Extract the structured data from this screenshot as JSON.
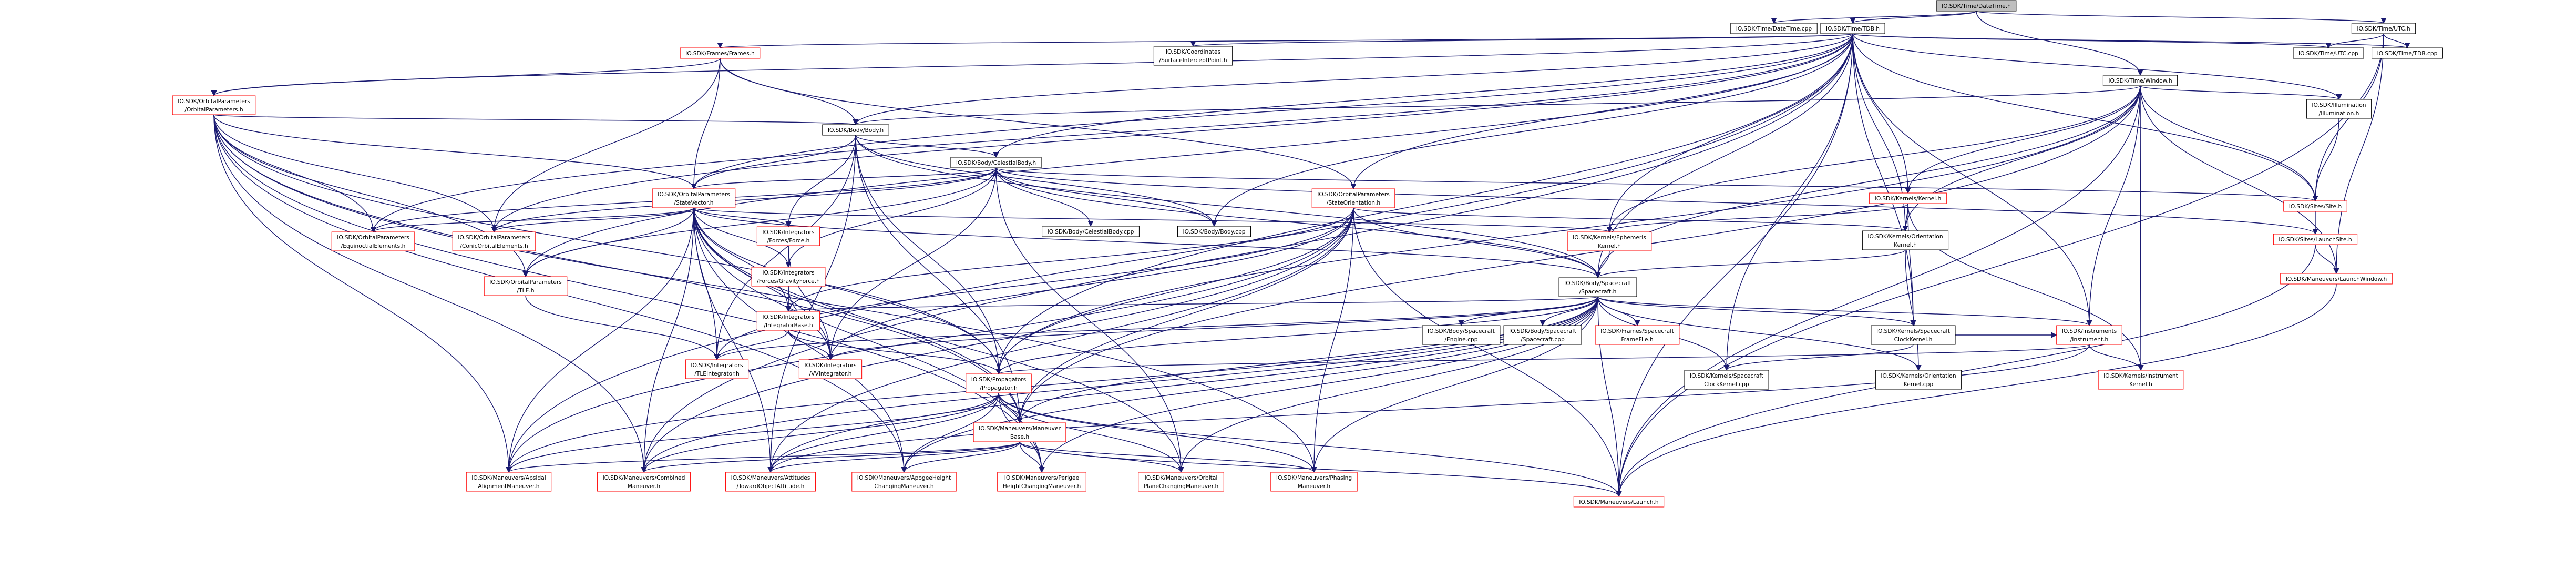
{
  "colors": {
    "background": "#ffffff",
    "node_border_normal": "#000000",
    "node_border_linked": "#ff0000",
    "node_fill": "#ffffff",
    "root_fill": "#bfbfbf",
    "edge": "#191970",
    "text": "#000000"
  },
  "graph": {
    "root": "datetime",
    "nodes": [
      {
        "id": "datetime",
        "lines": [
          "IO.SDK/Time/DateTime.h"
        ],
        "root": true
      },
      {
        "id": "datetime_cpp",
        "lines": [
          "IO.SDK/Time/DateTime.cpp"
        ]
      },
      {
        "id": "tdb_h",
        "lines": [
          "IO.SDK/Time/TDB.h"
        ]
      },
      {
        "id": "utc_h",
        "lines": [
          "IO.SDK/Time/UTC.h"
        ]
      },
      {
        "id": "window_h",
        "lines": [
          "IO.SDK/Time/Window.h"
        ]
      },
      {
        "id": "utc_cpp",
        "lines": [
          "IO.SDK/Time/UTC.cpp"
        ]
      },
      {
        "id": "tdb_cpp",
        "lines": [
          "IO.SDK/Time/TDB.cpp"
        ]
      },
      {
        "id": "frames_h",
        "lines": [
          "IO.SDK/Frames/Frames.h"
        ],
        "linked": true
      },
      {
        "id": "coords_h",
        "lines": [
          "IO.SDK/Coordinates",
          "/SurfaceInterceptPoint.h"
        ]
      },
      {
        "id": "illum_h",
        "lines": [
          "IO.SDK/Illumination",
          "/Illumination.h"
        ]
      },
      {
        "id": "orbparams_h",
        "lines": [
          "IO.SDK/OrbitalParameters",
          "/OrbitalParameters.h"
        ],
        "linked": true
      },
      {
        "id": "body_h",
        "lines": [
          "IO.SDK/Body/Body.h"
        ]
      },
      {
        "id": "celestial_h",
        "lines": [
          "IO.SDK/Body/CelestialBody.h"
        ]
      },
      {
        "id": "statevector_h",
        "lines": [
          "IO.SDK/OrbitalParameters",
          "/StateVector.h"
        ],
        "linked": true
      },
      {
        "id": "stateorient_h",
        "lines": [
          "IO.SDK/OrbitalParameters",
          "/StateOrientation.h"
        ],
        "linked": true
      },
      {
        "id": "kernel_h",
        "lines": [
          "IO.SDK/Kernels/Kernel.h"
        ],
        "linked": true
      },
      {
        "id": "sites_site_h",
        "lines": [
          "IO.SDK/Sites/Site.h"
        ],
        "linked": true
      },
      {
        "id": "launchsite_h",
        "lines": [
          "IO.SDK/Sites/LaunchSite.h"
        ],
        "linked": true
      },
      {
        "id": "launchwindow_h",
        "lines": [
          "IO.SDK/Maneuvers/LaunchWindow.h"
        ],
        "linked": true
      },
      {
        "id": "equinoctial_h",
        "lines": [
          "IO.SDK/OrbitalParameters",
          "/EquinoctialElements.h"
        ],
        "linked": true
      },
      {
        "id": "conic_h",
        "lines": [
          "IO.SDK/OrbitalParameters",
          "/ConicOrbitalElements.h"
        ],
        "linked": true
      },
      {
        "id": "tle_h",
        "lines": [
          "IO.SDK/OrbitalParameters",
          "/TLE.h"
        ],
        "linked": true
      },
      {
        "id": "force_h",
        "lines": [
          "IO.SDK/Integrators",
          "/Forces/Force.h"
        ],
        "linked": true
      },
      {
        "id": "gravity_h",
        "lines": [
          "IO.SDK/Integrators",
          "/Forces/GravityForce.h"
        ],
        "linked": true
      },
      {
        "id": "intbase_h",
        "lines": [
          "IO.SDK/Integrators",
          "/IntegratorBase.h"
        ],
        "linked": true
      },
      {
        "id": "tleint_h",
        "lines": [
          "IO.SDK/Integrators",
          "/TLEIntegrator.h"
        ],
        "linked": true
      },
      {
        "id": "vvint_h",
        "lines": [
          "IO.SDK/Integrators",
          "/VVIntegrator.h"
        ],
        "linked": true
      },
      {
        "id": "celestial_cpp",
        "lines": [
          "IO.SDK/Body/CelestialBody.cpp"
        ]
      },
      {
        "id": "body_cpp",
        "lines": [
          "IO.SDK/Body/Body.cpp"
        ]
      },
      {
        "id": "ephem_h",
        "lines": [
          "IO.SDK/Kernels/Ephemeris",
          "Kernel.h"
        ],
        "linked": true
      },
      {
        "id": "orientk_h",
        "lines": [
          "IO.SDK/Kernels/Orientation",
          "Kernel.h"
        ]
      },
      {
        "id": "spacecraft_h",
        "lines": [
          "IO.SDK/Body/Spacecraft",
          "/Spacecraft.h"
        ]
      },
      {
        "id": "engine_h",
        "lines": [
          "IO.SDK/Body/Spacecraft",
          "/Engine.cpp"
        ]
      },
      {
        "id": "spacecraft_cpp",
        "lines": [
          "IO.SDK/Body/Spacecraft",
          "/Spacecraft.cpp"
        ]
      },
      {
        "id": "framefile_h",
        "lines": [
          "IO.SDK/Frames/Spacecraft",
          "FrameFile.h"
        ],
        "linked": true
      },
      {
        "id": "clockk_h",
        "lines": [
          "IO.SDK/Kernels/Spacecraft",
          "ClockKernel.h"
        ]
      },
      {
        "id": "instrument_h",
        "lines": [
          "IO.SDK/Instruments",
          "/Instrument.h"
        ],
        "linked": true
      },
      {
        "id": "clockk_cpp",
        "lines": [
          "IO.SDK/Kernels/Spacecraft",
          "ClockKernel.cpp"
        ]
      },
      {
        "id": "orientk_cpp",
        "lines": [
          "IO.SDK/Kernels/Orientation",
          "Kernel.cpp"
        ]
      },
      {
        "id": "instk_h",
        "lines": [
          "IO.SDK/Kernels/Instrument",
          "Kernel.h"
        ],
        "linked": true
      },
      {
        "id": "propagator_h",
        "lines": [
          "IO.SDK/Propagators",
          "/Propagator.h"
        ],
        "linked": true
      },
      {
        "id": "manbase_h",
        "lines": [
          "IO.SDK/Maneuvers/Maneuver",
          "Base.h"
        ],
        "linked": true
      },
      {
        "id": "apsidal_h",
        "lines": [
          "IO.SDK/Maneuvers/Apsidal",
          "AlignmentManeuver.h"
        ],
        "linked": true
      },
      {
        "id": "combined_h",
        "lines": [
          "IO.SDK/Maneuvers/Combined",
          "Maneuver.h"
        ],
        "linked": true
      },
      {
        "id": "toward_h",
        "lines": [
          "IO.SDK/Maneuvers/Attitudes",
          "/TowardObjectAttitude.h"
        ],
        "linked": true
      },
      {
        "id": "apogee_h",
        "lines": [
          "IO.SDK/Maneuvers/ApogeeHeight",
          "ChangingManeuver.h"
        ],
        "linked": true
      },
      {
        "id": "perigee_h",
        "lines": [
          "IO.SDK/Maneuvers/Perigee",
          "HeightChangingManeuver.h"
        ],
        "linked": true
      },
      {
        "id": "orbplane_h",
        "lines": [
          "IO.SDK/Maneuvers/Orbital",
          "PlaneChangingManeuver.h"
        ],
        "linked": true
      },
      {
        "id": "phasing_h",
        "lines": [
          "IO.SDK/Maneuvers/Phasing",
          "Maneuver.h"
        ],
        "linked": true
      },
      {
        "id": "launch_h",
        "lines": [
          "IO.SDK/Maneuvers/Launch.h"
        ],
        "linked": true
      }
    ],
    "edges": [
      [
        "datetime",
        "datetime_cpp"
      ],
      [
        "datetime",
        "tdb_h"
      ],
      [
        "datetime",
        "utc_h"
      ],
      [
        "datetime",
        "window_h"
      ],
      [
        "utc_h",
        "utc_cpp"
      ],
      [
        "utc_h",
        "tdb_cpp"
      ],
      [
        "utc_h",
        "sites_site_h"
      ],
      [
        "utc_h",
        "launchwindow_h"
      ],
      [
        "utc_h",
        "launch_h"
      ],
      [
        "tdb_h",
        "frames_h"
      ],
      [
        "tdb_h",
        "coords_h"
      ],
      [
        "tdb_h",
        "illum_h"
      ],
      [
        "tdb_h",
        "tdb_cpp"
      ],
      [
        "tdb_h",
        "utc_cpp"
      ],
      [
        "tdb_h",
        "orbparams_h"
      ],
      [
        "tdb_h",
        "body_h"
      ],
      [
        "tdb_h",
        "celestial_h"
      ],
      [
        "tdb_h",
        "statevector_h"
      ],
      [
        "tdb_h",
        "stateorient_h"
      ],
      [
        "tdb_h",
        "kernel_h"
      ],
      [
        "tdb_h",
        "sites_site_h"
      ],
      [
        "tdb_h",
        "equinoctial_h"
      ],
      [
        "tdb_h",
        "conic_h"
      ],
      [
        "tdb_h",
        "tle_h"
      ],
      [
        "tdb_h",
        "body_cpp"
      ],
      [
        "tdb_h",
        "ephem_h"
      ],
      [
        "tdb_h",
        "orientk_h"
      ],
      [
        "tdb_h",
        "spacecraft_h"
      ],
      [
        "tdb_h",
        "clockk_h"
      ],
      [
        "tdb_h",
        "clockk_cpp"
      ],
      [
        "tdb_h",
        "instrument_h"
      ],
      [
        "tdb_h",
        "propagator_h"
      ],
      [
        "tdb_h",
        "apsidal_h"
      ],
      [
        "tdb_h",
        "combined_h"
      ],
      [
        "tdb_h",
        "launch_h"
      ],
      [
        "window_h",
        "body_h"
      ],
      [
        "window_h",
        "illum_h"
      ],
      [
        "window_h",
        "sites_site_h"
      ],
      [
        "window_h",
        "kernel_h"
      ],
      [
        "window_h",
        "ephem_h"
      ],
      [
        "window_h",
        "orientk_h"
      ],
      [
        "window_h",
        "spacecraft_h"
      ],
      [
        "window_h",
        "instrument_h"
      ],
      [
        "window_h",
        "instk_h"
      ],
      [
        "window_h",
        "propagator_h"
      ],
      [
        "window_h",
        "manbase_h"
      ],
      [
        "window_h",
        "launchwindow_h"
      ],
      [
        "window_h",
        "launch_h"
      ],
      [
        "illum_h",
        "sites_site_h"
      ],
      [
        "sites_site_h",
        "launchsite_h"
      ],
      [
        "launchsite_h",
        "launchwindow_h"
      ],
      [
        "launchsite_h",
        "launch_h"
      ],
      [
        "launchwindow_h",
        "launch_h"
      ],
      [
        "frames_h",
        "orbparams_h"
      ],
      [
        "frames_h",
        "body_h"
      ],
      [
        "frames_h",
        "statevector_h"
      ],
      [
        "frames_h",
        "stateorient_h"
      ],
      [
        "frames_h",
        "conic_h"
      ],
      [
        "orbparams_h",
        "body_h"
      ],
      [
        "orbparams_h",
        "statevector_h"
      ],
      [
        "orbparams_h",
        "equinoctial_h"
      ],
      [
        "orbparams_h",
        "conic_h"
      ],
      [
        "orbparams_h",
        "tle_h"
      ],
      [
        "orbparams_h",
        "propagator_h"
      ],
      [
        "orbparams_h",
        "manbase_h"
      ],
      [
        "orbparams_h",
        "apsidal_h"
      ],
      [
        "orbparams_h",
        "combined_h"
      ],
      [
        "orbparams_h",
        "apogee_h"
      ],
      [
        "orbparams_h",
        "perigee_h"
      ],
      [
        "orbparams_h",
        "phasing_h"
      ],
      [
        "body_h",
        "celestial_h"
      ],
      [
        "body_h",
        "statevector_h"
      ],
      [
        "body_h",
        "force_h"
      ],
      [
        "body_h",
        "body_cpp"
      ],
      [
        "body_h",
        "spacecraft_h"
      ],
      [
        "body_h",
        "tleint_h"
      ],
      [
        "body_h",
        "propagator_h"
      ],
      [
        "body_h",
        "manbase_h"
      ],
      [
        "body_h",
        "toward_h"
      ],
      [
        "celestial_h",
        "statevector_h"
      ],
      [
        "celestial_h",
        "sites_site_h"
      ],
      [
        "celestial_h",
        "launchsite_h"
      ],
      [
        "celestial_h",
        "equinoctial_h"
      ],
      [
        "celestial_h",
        "conic_h"
      ],
      [
        "celestial_h",
        "tle_h"
      ],
      [
        "celestial_h",
        "gravity_h"
      ],
      [
        "celestial_h",
        "celestial_cpp"
      ],
      [
        "celestial_h",
        "body_cpp"
      ],
      [
        "celestial_h",
        "spacecraft_h"
      ],
      [
        "celestial_h",
        "vvint_h"
      ],
      [
        "celestial_h",
        "orbplane_h"
      ],
      [
        "statevector_h",
        "equinoctial_h"
      ],
      [
        "statevector_h",
        "conic_h"
      ],
      [
        "statevector_h",
        "tle_h"
      ],
      [
        "statevector_h",
        "force_h"
      ],
      [
        "statevector_h",
        "gravity_h"
      ],
      [
        "statevector_h",
        "intbase_h"
      ],
      [
        "statevector_h",
        "tleint_h"
      ],
      [
        "statevector_h",
        "vvint_h"
      ],
      [
        "statevector_h",
        "ephem_h"
      ],
      [
        "statevector_h",
        "spacecraft_h"
      ],
      [
        "statevector_h",
        "propagator_h"
      ],
      [
        "statevector_h",
        "manbase_h"
      ],
      [
        "statevector_h",
        "apsidal_h"
      ],
      [
        "statevector_h",
        "combined_h"
      ],
      [
        "statevector_h",
        "toward_h"
      ],
      [
        "statevector_h",
        "apogee_h"
      ],
      [
        "statevector_h",
        "perigee_h"
      ],
      [
        "statevector_h",
        "orbplane_h"
      ],
      [
        "stateorient_h",
        "orientk_h"
      ],
      [
        "stateorient_h",
        "spacecraft_h"
      ],
      [
        "stateorient_h",
        "intbase_h"
      ],
      [
        "stateorient_h",
        "tleint_h"
      ],
      [
        "stateorient_h",
        "vvint_h"
      ],
      [
        "stateorient_h",
        "propagator_h"
      ],
      [
        "stateorient_h",
        "manbase_h"
      ],
      [
        "stateorient_h",
        "toward_h"
      ],
      [
        "stateorient_h",
        "apsidal_h"
      ],
      [
        "stateorient_h",
        "combined_h"
      ],
      [
        "stateorient_h",
        "phasing_h"
      ],
      [
        "stateorient_h",
        "launch_h"
      ],
      [
        "kernel_h",
        "ephem_h"
      ],
      [
        "kernel_h",
        "orientk_h"
      ],
      [
        "kernel_h",
        "clockk_h"
      ],
      [
        "kernel_h",
        "instk_h"
      ],
      [
        "ephem_h",
        "spacecraft_h"
      ],
      [
        "orientk_h",
        "spacecraft_h"
      ],
      [
        "orientk_h",
        "orientk_cpp"
      ],
      [
        "force_h",
        "gravity_h"
      ],
      [
        "force_h",
        "intbase_h"
      ],
      [
        "force_h",
        "vvint_h"
      ],
      [
        "gravity_h",
        "intbase_h"
      ],
      [
        "gravity_h",
        "vvint_h"
      ],
      [
        "intbase_h",
        "tleint_h"
      ],
      [
        "intbase_h",
        "vvint_h"
      ],
      [
        "intbase_h",
        "propagator_h"
      ],
      [
        "tle_h",
        "tleint_h"
      ],
      [
        "spacecraft_h",
        "engine_h"
      ],
      [
        "spacecraft_h",
        "spacecraft_cpp"
      ],
      [
        "spacecraft_h",
        "framefile_h"
      ],
      [
        "spacecraft_h",
        "clockk_h"
      ],
      [
        "spacecraft_h",
        "instrument_h"
      ],
      [
        "spacecraft_h",
        "clockk_cpp"
      ],
      [
        "spacecraft_h",
        "orientk_cpp"
      ],
      [
        "spacecraft_h",
        "intbase_h"
      ],
      [
        "spacecraft_h",
        "tleint_h"
      ],
      [
        "spacecraft_h",
        "vvint_h"
      ],
      [
        "spacecraft_h",
        "propagator_h"
      ],
      [
        "spacecraft_h",
        "manbase_h"
      ],
      [
        "spacecraft_h",
        "apsidal_h"
      ],
      [
        "spacecraft_h",
        "combined_h"
      ],
      [
        "spacecraft_h",
        "toward_h"
      ],
      [
        "spacecraft_h",
        "apogee_h"
      ],
      [
        "spacecraft_h",
        "perigee_h"
      ],
      [
        "spacecraft_h",
        "orbplane_h"
      ],
      [
        "spacecraft_h",
        "phasing_h"
      ],
      [
        "spacecraft_h",
        "launch_h"
      ],
      [
        "clockk_h",
        "clockk_cpp"
      ],
      [
        "clockk_h",
        "instrument_h"
      ],
      [
        "instrument_h",
        "instk_h"
      ],
      [
        "instrument_h",
        "propagator_h"
      ],
      [
        "instrument_h",
        "toward_h"
      ],
      [
        "propagator_h",
        "manbase_h"
      ],
      [
        "propagator_h",
        "apsidal_h"
      ],
      [
        "propagator_h",
        "combined_h"
      ],
      [
        "propagator_h",
        "toward_h"
      ],
      [
        "propagator_h",
        "apogee_h"
      ],
      [
        "propagator_h",
        "perigee_h"
      ],
      [
        "propagator_h",
        "orbplane_h"
      ],
      [
        "propagator_h",
        "phasing_h"
      ],
      [
        "propagator_h",
        "launch_h"
      ],
      [
        "manbase_h",
        "apsidal_h"
      ],
      [
        "manbase_h",
        "combined_h"
      ],
      [
        "manbase_h",
        "toward_h"
      ],
      [
        "manbase_h",
        "apogee_h"
      ],
      [
        "manbase_h",
        "perigee_h"
      ],
      [
        "manbase_h",
        "orbplane_h"
      ],
      [
        "manbase_h",
        "phasing_h"
      ],
      [
        "manbase_h",
        "launch_h"
      ]
    ]
  }
}
